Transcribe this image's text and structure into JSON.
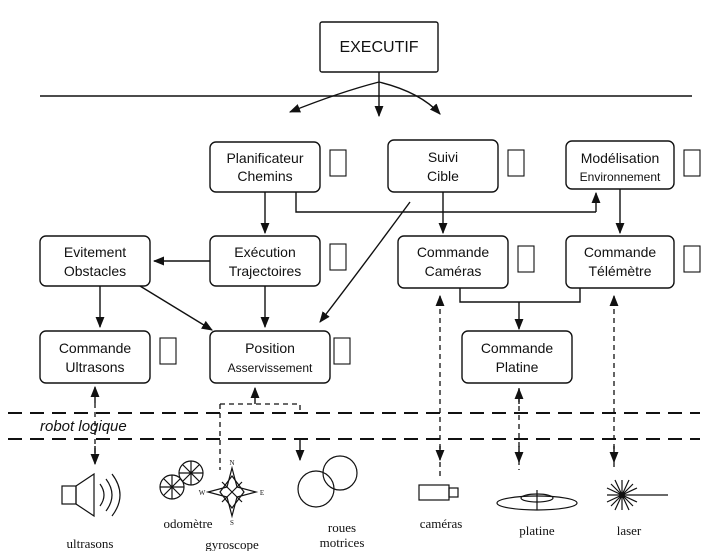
{
  "top": {
    "label": "EXECUTIF"
  },
  "nodes": {
    "planificateur": [
      "Planificateur",
      "Chemins"
    ],
    "suivi": [
      "Suivi",
      "Cible"
    ],
    "modelisation": [
      "Modélisation",
      "Environnement"
    ],
    "evitement": [
      "Evitement",
      "Obstacles"
    ],
    "execution": [
      "Exécution",
      "Trajectoires"
    ],
    "commande_cameras": [
      "Commande",
      "Caméras"
    ],
    "commande_telemetre": [
      "Commande",
      "Télémètre"
    ],
    "commande_ultrasons": [
      "Commande",
      "Ultrasons"
    ],
    "position": [
      "Position",
      "Asservissement"
    ],
    "commande_platine": [
      "Commande",
      "Platine"
    ]
  },
  "layer_label": "robot logique",
  "sensors": {
    "ultrasons": "ultrasons",
    "odometre": "odomètre",
    "gyroscope": "gyroscope",
    "gyro_letters": [
      "N",
      "S",
      "E",
      "W"
    ],
    "roues": [
      "roues",
      "motrices"
    ],
    "cameras": "caméras",
    "platine": "platine",
    "laser": "laser"
  }
}
